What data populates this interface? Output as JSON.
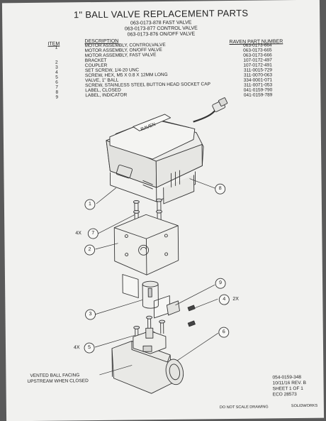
{
  "title": "1\" BALL VALVE REPLACEMENT PARTS",
  "subtitles": [
    "063-0173-878 FAST VALVE",
    "063-0173-877 CONTROL VALVE",
    "063-0173-876 ON/OFF VALVE"
  ],
  "headers": {
    "item": "ITEM",
    "description": "DESCRIPTION",
    "part_number": "RAVEN PART NUMBER"
  },
  "parts": [
    {
      "item": "1",
      "description": "MOTOR ASSEMBLY, CONTROLVALVE",
      "part": "063-0173-664"
    },
    {
      "item": "",
      "description": "MOTOR ASSEMBLY, ON/OFF VALVE",
      "part": "063-0173-665"
    },
    {
      "item": "",
      "description": "MOTOR ASSEMBLY, FAST VALVE",
      "part": "063-0173-666"
    },
    {
      "item": "2",
      "description": "BRACKET",
      "part": "107-0172-497"
    },
    {
      "item": "3",
      "description": "COUPLER",
      "part": "107-0172-491"
    },
    {
      "item": "4",
      "description": "SET SCREW, 1/4-20 UNC",
      "part": "311-0015-729"
    },
    {
      "item": "5",
      "description": "SCREW, HEX, M5 X 0.8 X 12MM LONG",
      "part": "311-0070-063"
    },
    {
      "item": "6",
      "description": "VALVE, 1\" BALL",
      "part": "334-0001-071"
    },
    {
      "item": "7",
      "description": "SCREW, STAINLESS STEEL BUTTON HEAD SOCKET CAP",
      "part": "311-0071-053"
    },
    {
      "item": "8",
      "description": "LABEL, CLOSED",
      "part": "041-0159-790"
    },
    {
      "item": "9",
      "description": "LABEL, INDICATOR",
      "part": "041-0159-789"
    }
  ],
  "brand_logo": "RAVEN",
  "callouts": {
    "c1": "1",
    "c2": "2",
    "c3": "3",
    "c4": "4",
    "c5": "5",
    "c6": "6",
    "c7": "7",
    "c8": "8",
    "c9": "9",
    "qty7": "4X",
    "qty5": "4X",
    "qty4": "2X"
  },
  "note": [
    "VENTED BALL FACING",
    "UPSTREAM WHEN CLOSED"
  ],
  "title_block": [
    "054-0159-348",
    "10/11/16 REV. B",
    "SHEET 1 OF 1",
    "ECO 28573"
  ],
  "footer": {
    "no_scale": "DO NOT SCALE DRAWING",
    "software": "SOLIDWORKS"
  }
}
